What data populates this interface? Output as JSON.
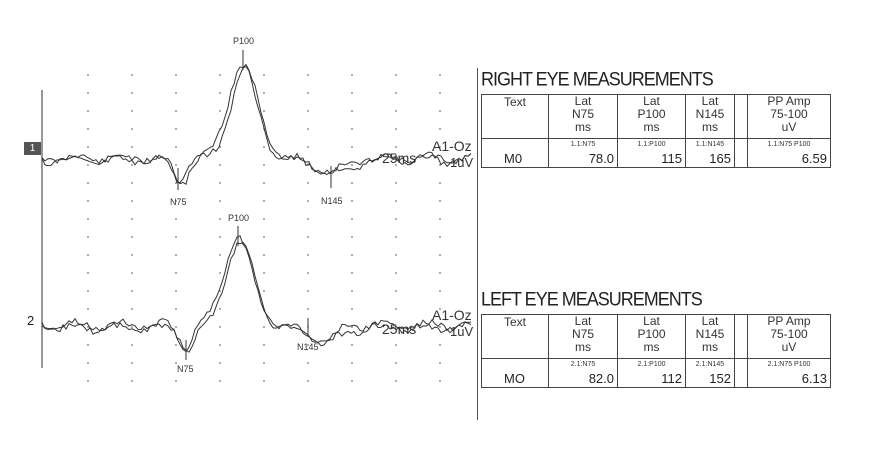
{
  "channels": [
    {
      "id": "1",
      "peaks": {
        "n75": "N75",
        "p100": "P100",
        "n145": "N145"
      },
      "montage": "A1-Oz",
      "timebase": "25ms",
      "gain": "1uV"
    },
    {
      "id": "2",
      "peaks": {
        "n75": "N75",
        "p100": "P100",
        "n145": "N145"
      },
      "montage": "A1-Oz",
      "timebase": "25ms",
      "gain": "1uV"
    }
  ],
  "right_eye": {
    "title": "RIGHT EYE MEASUREMENTS",
    "headers": {
      "text": "Text",
      "n75": [
        "Lat",
        "N75",
        "ms"
      ],
      "p100": [
        "Lat",
        "P100",
        "ms"
      ],
      "n145": [
        "Lat",
        "N145",
        "ms"
      ],
      "amp": [
        "PP Amp",
        "75-100",
        "uV"
      ]
    },
    "row": {
      "name": "M0",
      "n75_tag": "1.1:N75",
      "n75": "78.0",
      "p100_tag": "1.1:P100",
      "p100": "115",
      "n145_tag": "1.1:N145",
      "n145": "165",
      "amp_tag": "1.1:N75 P100",
      "amp": "6.59"
    }
  },
  "left_eye": {
    "title": "LEFT EYE MEASUREMENTS",
    "headers": {
      "text": "Text",
      "n75": [
        "Lat",
        "N75",
        "ms"
      ],
      "p100": [
        "Lat",
        "P100",
        "ms"
      ],
      "n145": [
        "Lat",
        "N145",
        "ms"
      ],
      "amp": [
        "PP Amp",
        "75-100",
        "uV"
      ]
    },
    "row": {
      "name": "MO",
      "n75_tag": "2.1:N75",
      "n75": "82.0",
      "p100_tag": "2.1:P100",
      "p100": "112",
      "n145_tag": "2.1:N145",
      "n145": "152",
      "amp_tag": "2.1:N75 P100",
      "amp": "6.13"
    }
  }
}
